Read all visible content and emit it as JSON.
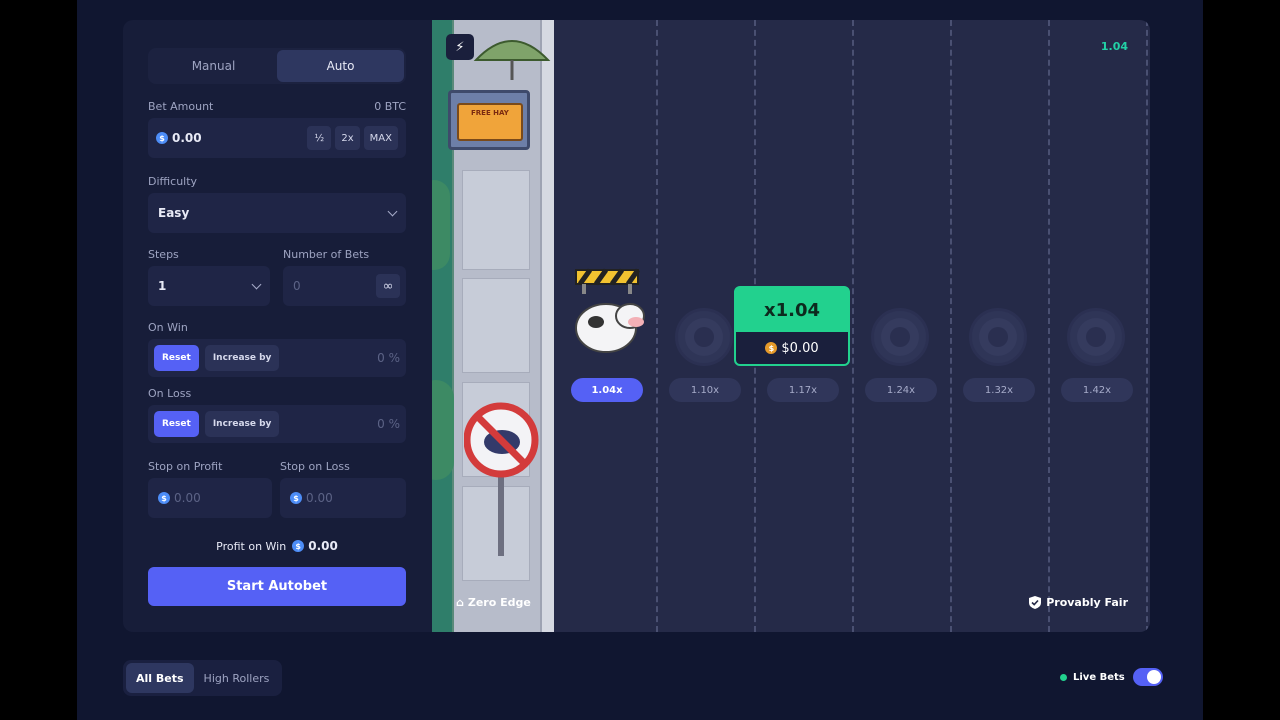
{
  "sidebar": {
    "mode_tabs": [
      {
        "label": "Manual"
      },
      {
        "label": "Auto"
      }
    ],
    "bet_amount": {
      "label": "Bet Amount",
      "crypto_value": "0 BTC",
      "value": "0.00",
      "half": "½",
      "double": "2x",
      "max": "MAX"
    },
    "difficulty": {
      "label": "Difficulty",
      "value": "Easy"
    },
    "steps": {
      "label": "Steps",
      "value": "1"
    },
    "number_of_bets": {
      "label": "Number of Bets",
      "value": "0",
      "infinite": "∞"
    },
    "on_win": {
      "label": "On Win",
      "reset": "Reset",
      "increase": "Increase by",
      "value": "0",
      "unit": "%"
    },
    "on_loss": {
      "label": "On Loss",
      "reset": "Reset",
      "increase": "Increase by",
      "value": "0",
      "unit": "%"
    },
    "stop_on_profit": {
      "label": "Stop on Profit",
      "value": "0.00"
    },
    "stop_on_loss": {
      "label": "Stop on Loss",
      "value": "0.00"
    },
    "profit_on_win": {
      "label": "Profit on Win",
      "value": "0.00"
    },
    "start_button": "Start Autobet"
  },
  "game": {
    "top_multiplier": "1.04",
    "multipliers": [
      "1.04x",
      "1.10x",
      "1.17x",
      "1.24x",
      "1.32x",
      "1.42x"
    ],
    "active_index": 0,
    "win_card": {
      "multiplier": "x1.04",
      "value": "$0.00"
    },
    "zero_edge": "Zero Edge",
    "provably_fair": "Provably Fair",
    "sign_text": "FREE HAY"
  },
  "bottom": {
    "tabs": [
      {
        "label": "All Bets"
      },
      {
        "label": "High Rollers"
      }
    ],
    "live_bets": "Live Bets"
  },
  "colors": {
    "accent": "#5561f5",
    "win": "#22d18e",
    "panel": "#171d39"
  }
}
